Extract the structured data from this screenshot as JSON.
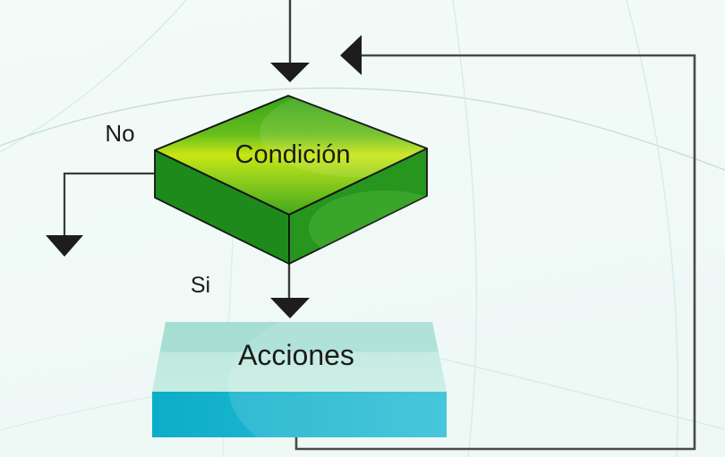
{
  "diagram": {
    "type": "flowchart-loop",
    "labels": {
      "condition": "Condición",
      "actions": "Acciones",
      "branch_no": "No",
      "branch_yes": "Si"
    },
    "colors": {
      "background": "#eef8f5",
      "background_light": "#f3fbf8",
      "arc_line": "#d4ede8",
      "arc_line_dark": "#c9ddd7",
      "flow_line": "#3a3a38",
      "loop_line": "#4a4a48",
      "arrowhead": "#1d1d1b",
      "diamond_green_top": "#36a41b",
      "diamond_yellow_green": "#c8e614",
      "diamond_green_bottom": "#41a81d",
      "diamond_side_left": "#1e8a1c",
      "diamond_side_right": "#27961f",
      "diamond_outline": "#141414",
      "box_top_teal": "#a6ded3",
      "box_top_teal_light": "#bfe9df",
      "box_front_cyan": "#0cadc9",
      "box_front_cyan_light": "#2ebfd6",
      "text": "#1b1b19"
    }
  }
}
